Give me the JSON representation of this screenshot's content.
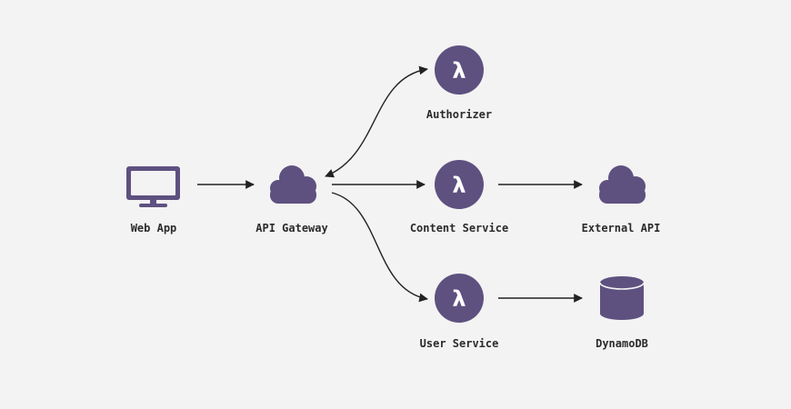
{
  "colors": {
    "background": "#f3f3f3",
    "node_fill": "#5e5180",
    "edge": "#222222",
    "label": "#2b2b2b",
    "icon_glyph": "#ffffff"
  },
  "nodes": {
    "web_app": {
      "label": "Web App",
      "icon": "monitor-icon"
    },
    "api_gateway": {
      "label": "API Gateway",
      "icon": "cloud-icon"
    },
    "authorizer": {
      "label": "Authorizer",
      "icon": "lambda-icon",
      "glyph": "λ"
    },
    "content_service": {
      "label": "Content Service",
      "icon": "lambda-icon",
      "glyph": "λ"
    },
    "user_service": {
      "label": "User Service",
      "icon": "lambda-icon",
      "glyph": "λ"
    },
    "external_api": {
      "label": "External API",
      "icon": "cloud-icon"
    },
    "dynamodb": {
      "label": "DynamoDB",
      "icon": "database-icon"
    }
  },
  "edges": [
    {
      "from": "web_app",
      "to": "api_gateway"
    },
    {
      "from": "api_gateway",
      "to": "authorizer",
      "bidirectional": true
    },
    {
      "from": "api_gateway",
      "to": "content_service"
    },
    {
      "from": "api_gateway",
      "to": "user_service"
    },
    {
      "from": "content_service",
      "to": "external_api"
    },
    {
      "from": "user_service",
      "to": "dynamodb"
    }
  ]
}
